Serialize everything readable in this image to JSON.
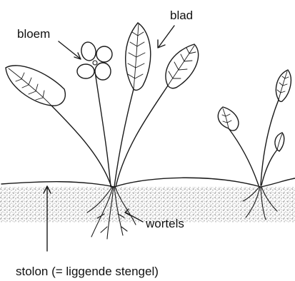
{
  "labels": {
    "flower": "bloem",
    "leaf": "blad",
    "roots": "wortels",
    "stolon": "stolon (= liggende stengel)"
  }
}
